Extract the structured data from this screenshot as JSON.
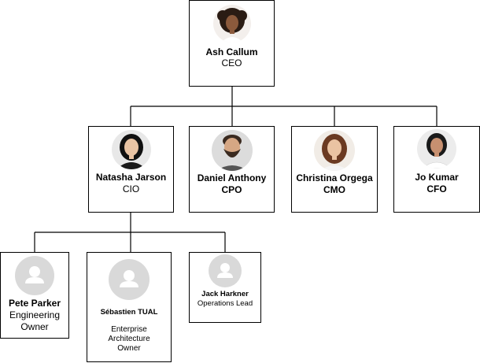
{
  "colors": {
    "line": "#000000",
    "placeholder_bg": "#d9d9d9",
    "placeholder_fg": "#ffffff"
  },
  "ceo": {
    "name": "Ash Callum",
    "title": "CEO",
    "avatar": "photo-woman-curly-hair"
  },
  "executives": [
    {
      "name": "Natasha Jarson",
      "title": "CIO",
      "avatar": "photo-woman-black-hair"
    },
    {
      "name": "Daniel Anthony",
      "title": "CPO",
      "avatar": "photo-man-beard"
    },
    {
      "name": "Christina Orgega",
      "title": "CMO",
      "avatar": "photo-woman-brown-hair"
    },
    {
      "name": "Jo Kumar",
      "title": "CFO",
      "avatar": "photo-woman-white-shirt"
    }
  ],
  "reports": [
    {
      "name": "Pete Parker",
      "title_lines": [
        "Engineering",
        "Owner"
      ],
      "avatar": "person-placeholder-icon"
    },
    {
      "name": "Sébastien TUAL",
      "title_lines": [
        "Enterprise",
        "Architecture",
        "Owner"
      ],
      "avatar": "person-placeholder-icon"
    },
    {
      "name": "Jack Harkner",
      "title_lines": [
        "Operations Lead"
      ],
      "avatar": "person-placeholder-icon"
    }
  ]
}
